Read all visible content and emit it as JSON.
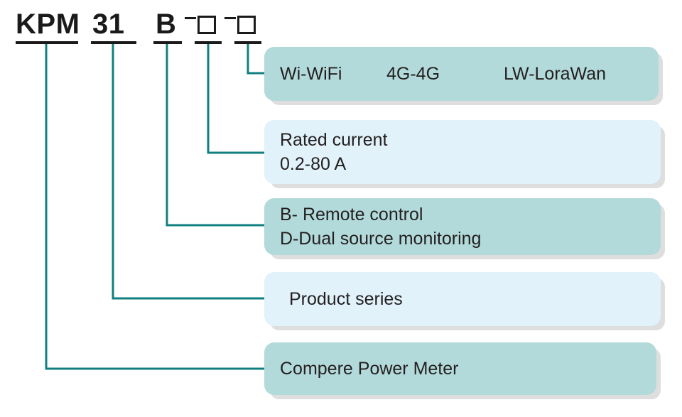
{
  "diagram": {
    "title_code": "KPM 31 B-□-□",
    "line_color": "#117f7f",
    "segments": [
      {
        "name": "kpm",
        "text": "KPM"
      },
      {
        "name": "31",
        "text": "31"
      },
      {
        "name": "b",
        "text": "B"
      },
      {
        "name": "box1",
        "text": "□"
      },
      {
        "name": "box2",
        "text": "□"
      }
    ],
    "separator": "–"
  },
  "callouts": [
    {
      "id": "communication",
      "fill": "#b3dada",
      "options": [
        {
          "code": "Wi",
          "label": "Wi-WiFi"
        },
        {
          "code": "4G",
          "label": "4G-4G"
        },
        {
          "code": "LW",
          "label": "LW-LoraWan"
        }
      ]
    },
    {
      "id": "rated-current",
      "fill": "#e1f2fb",
      "lines": [
        "Rated current",
        "0.2-80 A"
      ]
    },
    {
      "id": "function-code",
      "fill": "#b3dada",
      "lines": [
        "B- Remote control",
        "D-Dual source monitoring"
      ]
    },
    {
      "id": "product-series",
      "fill": "#e1f2fb",
      "lines": [
        "Product series"
      ]
    },
    {
      "id": "product-name",
      "fill": "#b3dada",
      "lines": [
        "Compere  Power  Meter"
      ]
    }
  ]
}
